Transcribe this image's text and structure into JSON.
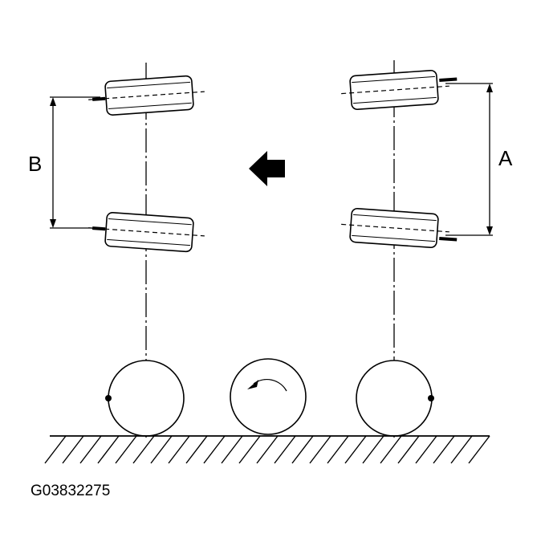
{
  "labels": {
    "dimension_a": "A",
    "dimension_b": "B",
    "figure_code": "G03832275"
  },
  "colors": {
    "ink": "#000000",
    "background": "#ffffff"
  }
}
